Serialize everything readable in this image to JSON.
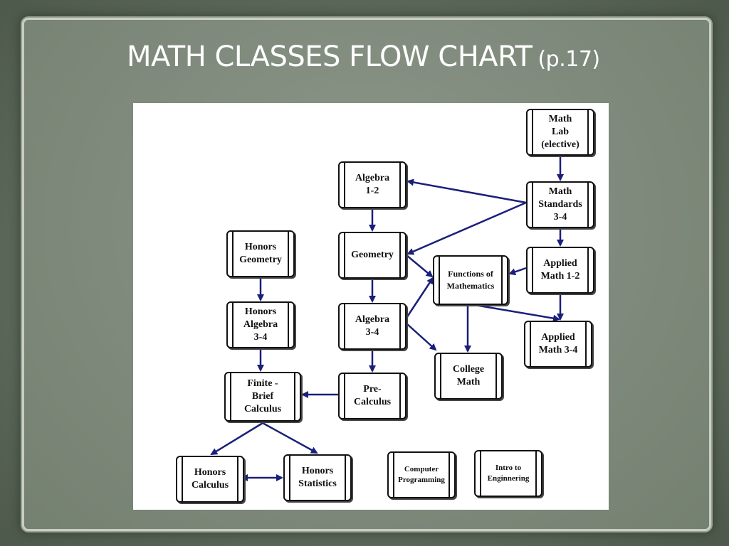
{
  "slide": {
    "title": "MATH CLASSES FLOW CHART",
    "page_ref": "(p.17)"
  },
  "diagram": {
    "arrow_color": "#1a1f7a",
    "nodes": {
      "math_lab": "Math\nLab\n(elective)",
      "math_standards": "Math\nStandards\n3-4",
      "applied_math_1_2": "Applied\nMath 1-2",
      "applied_math_3_4": "Applied\nMath 3-4",
      "algebra_1_2": "Algebra\n1-2",
      "geometry": "Geometry",
      "functions_of_math": "Functions of\nMathematics",
      "algebra_3_4": "Algebra\n3-4",
      "college_math": "College\nMath",
      "pre_calculus": "Pre-\nCalculus",
      "honors_geometry": "Honors\nGeometry",
      "honors_algebra_3_4": "Honors\nAlgebra\n3-4",
      "finite_brief_calculus": "Finite -\nBrief\nCalculus",
      "honors_calculus": "Honors\nCalculus",
      "honors_statistics": "Honors\nStatistics",
      "computer_programming": "Computer\nProgramming",
      "intro_to_engineering": "Intro to\nEnginnering"
    }
  }
}
